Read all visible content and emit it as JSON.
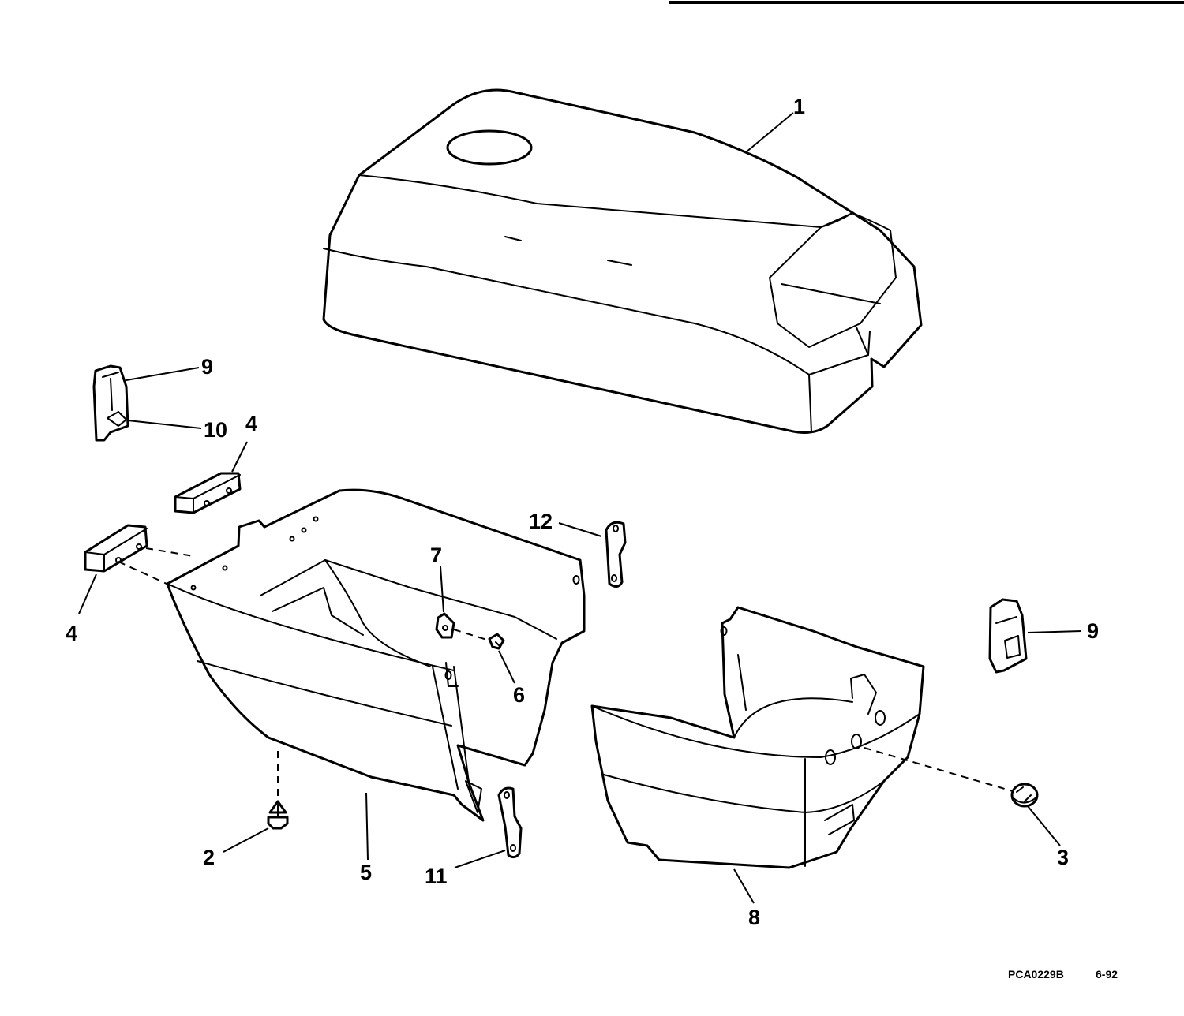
{
  "diagram": {
    "callouts": {
      "c1": "1",
      "c2": "2",
      "c3": "3",
      "c4a": "4",
      "c4b": "4",
      "c5": "5",
      "c6": "6",
      "c7": "7",
      "c8": "8",
      "c9a": "9",
      "c9b": "9",
      "c10": "10",
      "c11": "11",
      "c12": "12"
    },
    "footer": {
      "code": "PCA0229B",
      "date": "6-92"
    }
  }
}
